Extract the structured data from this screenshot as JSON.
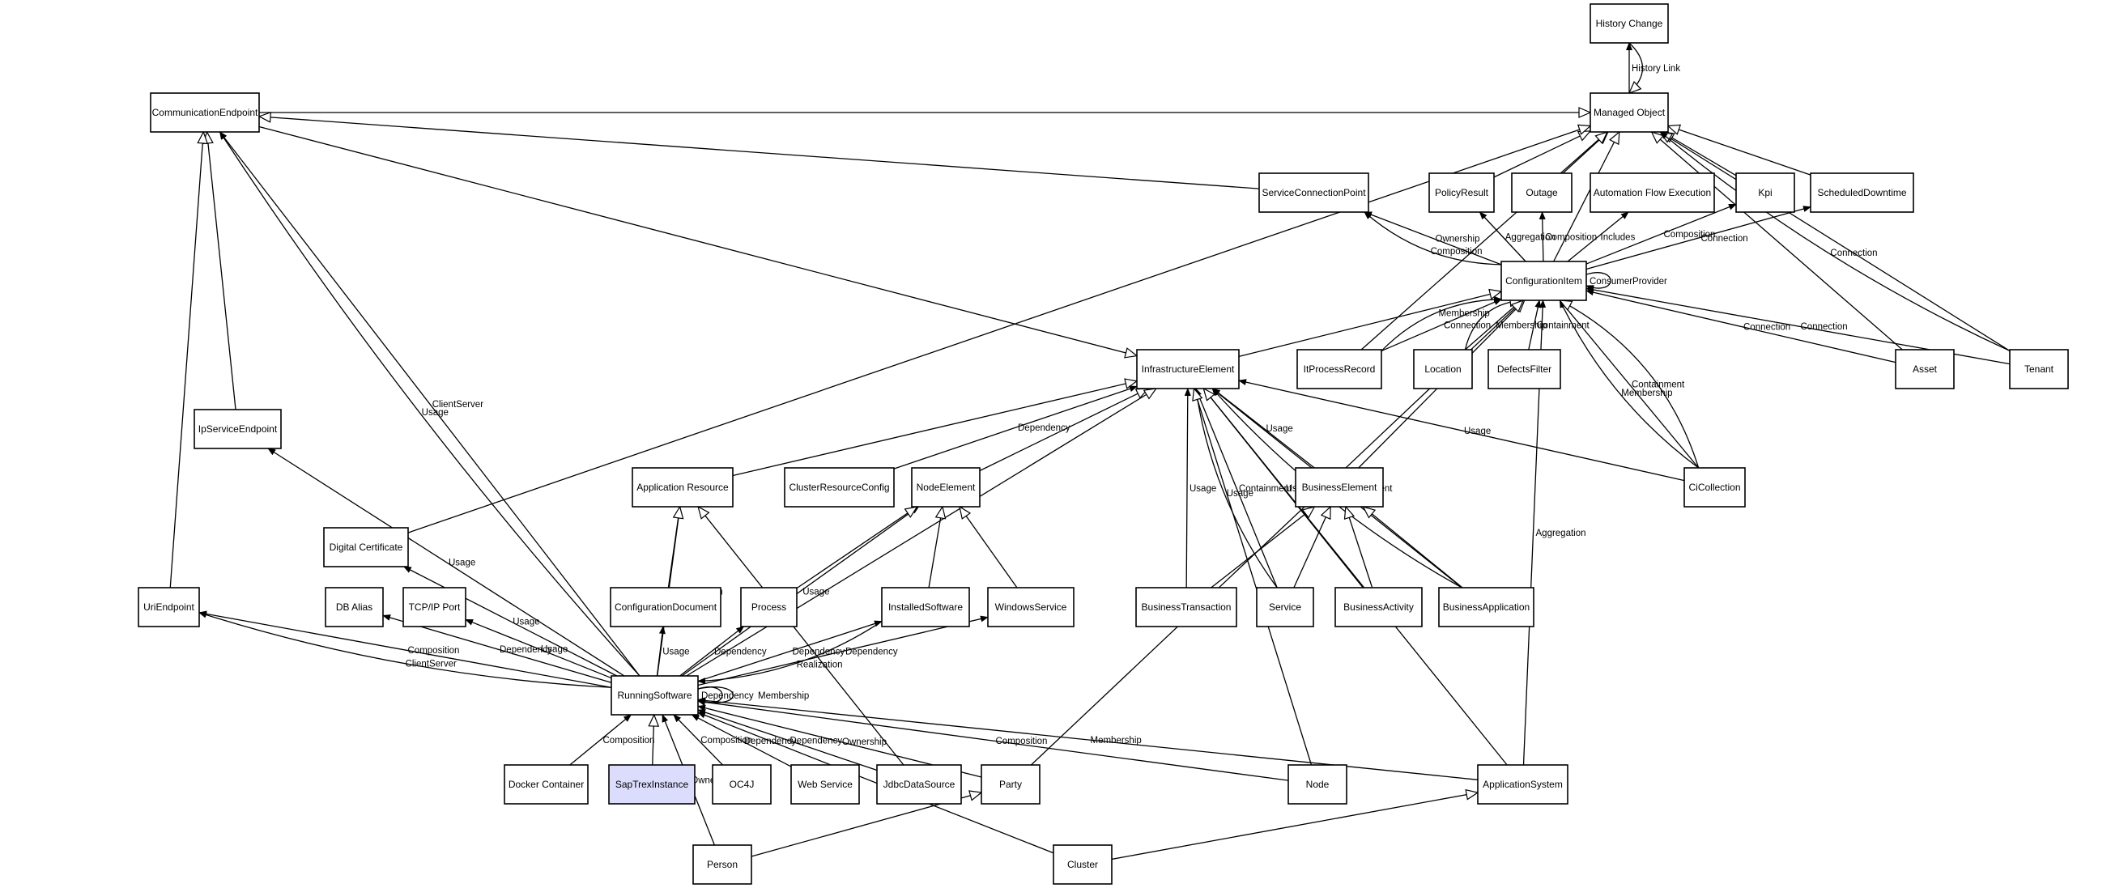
{
  "diagram": {
    "title": "SapTrexInstance class relationship diagram",
    "highlight_color": "#dcdcfc",
    "nodes": [
      {
        "id": "HistoryChange",
        "label": "History Change"
      },
      {
        "id": "ManagedObject",
        "label": "Managed Object"
      },
      {
        "id": "CommunicationEndpoint",
        "label": "CommunicationEndpoint"
      },
      {
        "id": "ServiceConnectionPoint",
        "label": "ServiceConnectionPoint"
      },
      {
        "id": "PolicyResult",
        "label": "PolicyResult"
      },
      {
        "id": "Outage",
        "label": "Outage"
      },
      {
        "id": "AutomationFlowExecution",
        "label": "Automation Flow Execution"
      },
      {
        "id": "Kpi",
        "label": "Kpi"
      },
      {
        "id": "ScheduledDowntime",
        "label": "ScheduledDowntime"
      },
      {
        "id": "ConfigurationItem",
        "label": "ConfigurationItem"
      },
      {
        "id": "InfrastructureElement",
        "label": "InfrastructureElement"
      },
      {
        "id": "ItProcessRecord",
        "label": "ItProcessRecord"
      },
      {
        "id": "Location",
        "label": "Location"
      },
      {
        "id": "DefectsFilter",
        "label": "DefectsFilter"
      },
      {
        "id": "Asset",
        "label": "Asset"
      },
      {
        "id": "Tenant",
        "label": "Tenant"
      },
      {
        "id": "IpServiceEndpoint",
        "label": "IpServiceEndpoint"
      },
      {
        "id": "ApplicationResource",
        "label": "Application Resource"
      },
      {
        "id": "ClusterResourceConfig",
        "label": "ClusterResourceConfig"
      },
      {
        "id": "NodeElement",
        "label": "NodeElement"
      },
      {
        "id": "BusinessElement",
        "label": "BusinessElement"
      },
      {
        "id": "CiCollection",
        "label": "CiCollection"
      },
      {
        "id": "DigitalCertificate",
        "label": "Digital Certificate"
      },
      {
        "id": "UriEndpoint",
        "label": "UriEndpoint"
      },
      {
        "id": "DBAlias",
        "label": "DB Alias"
      },
      {
        "id": "TCPIPPort",
        "label": "TCP/IP Port"
      },
      {
        "id": "ConfigurationDocument",
        "label": "ConfigurationDocument"
      },
      {
        "id": "Process",
        "label": "Process"
      },
      {
        "id": "InstalledSoftware",
        "label": "InstalledSoftware"
      },
      {
        "id": "WindowsService",
        "label": "WindowsService"
      },
      {
        "id": "BusinessTransaction",
        "label": "BusinessTransaction"
      },
      {
        "id": "Service",
        "label": "Service"
      },
      {
        "id": "BusinessActivity",
        "label": "BusinessActivity"
      },
      {
        "id": "BusinessApplication",
        "label": "BusinessApplication"
      },
      {
        "id": "RunningSoftware",
        "label": "RunningSoftware"
      },
      {
        "id": "DockerContainer",
        "label": "Docker Container"
      },
      {
        "id": "SapTrexInstance",
        "label": "SapTrexInstance",
        "highlighted": true
      },
      {
        "id": "OC4J",
        "label": "OC4J"
      },
      {
        "id": "WebService",
        "label": "Web Service"
      },
      {
        "id": "JdbcDataSource",
        "label": "JdbcDataSource"
      },
      {
        "id": "Party",
        "label": "Party"
      },
      {
        "id": "Node",
        "label": "Node"
      },
      {
        "id": "ApplicationSystem",
        "label": "ApplicationSystem"
      },
      {
        "id": "Person",
        "label": "Person"
      },
      {
        "id": "Cluster",
        "label": "Cluster"
      }
    ],
    "edges": [
      {
        "from": "ManagedObject",
        "to": "HistoryChange",
        "label": "History Link",
        "type": "association"
      },
      {
        "from": "HistoryChange",
        "to": "ManagedObject",
        "label": "",
        "type": "generalization"
      },
      {
        "from": "CommunicationEndpoint",
        "to": "ManagedObject",
        "label": "",
        "type": "generalization"
      },
      {
        "from": "ServiceConnectionPoint",
        "to": "CommunicationEndpoint",
        "label": "",
        "type": "generalization"
      },
      {
        "from": "PolicyResult",
        "to": "ManagedObject",
        "label": "",
        "type": "generalization"
      },
      {
        "from": "Outage",
        "to": "ManagedObject",
        "label": "",
        "type": "generalization"
      },
      {
        "from": "Kpi",
        "to": "ManagedObject",
        "label": "",
        "type": "generalization"
      },
      {
        "from": "ScheduledDowntime",
        "to": "ManagedObject",
        "label": "",
        "type": "generalization"
      },
      {
        "from": "ConfigurationItem",
        "to": "ManagedObject",
        "label": "",
        "type": "generalization"
      },
      {
        "from": "ItProcessRecord",
        "to": "ManagedObject",
        "label": "",
        "type": "generalization"
      },
      {
        "from": "DigitalCertificate",
        "to": "ManagedObject",
        "label": "",
        "type": "generalization"
      },
      {
        "from": "Asset",
        "to": "ManagedObject",
        "label": "",
        "type": "generalization"
      },
      {
        "from": "Tenant",
        "to": "ManagedObject",
        "label": "",
        "type": "generalization"
      },
      {
        "from": "Tenant",
        "to": "ManagedObject",
        "label": "Connection",
        "type": "association"
      },
      {
        "from": "ConfigurationItem",
        "to": "ServiceConnectionPoint",
        "label": "Ownership",
        "type": "association"
      },
      {
        "from": "ConfigurationItem",
        "to": "ServiceConnectionPoint",
        "label": "Composition",
        "type": "association"
      },
      {
        "from": "ConfigurationItem",
        "to": "PolicyResult",
        "label": "Aggregation",
        "type": "association"
      },
      {
        "from": "ConfigurationItem",
        "to": "Outage",
        "label": "Composition",
        "type": "association"
      },
      {
        "from": "ConfigurationItem",
        "to": "AutomationFlowExecution",
        "label": "Includes",
        "type": "association"
      },
      {
        "from": "ConfigurationItem",
        "to": "Kpi",
        "label": "Composition",
        "type": "association"
      },
      {
        "from": "ConfigurationItem",
        "to": "ScheduledDowntime",
        "label": "Connection",
        "type": "association"
      },
      {
        "from": "ConfigurationItem",
        "to": "ConfigurationItem",
        "label": "ConsumerProvider",
        "type": "association"
      },
      {
        "from": "InfrastructureElement",
        "to": "ConfigurationItem",
        "label": "",
        "type": "generalization"
      },
      {
        "from": "ItProcessRecord",
        "to": "ConfigurationItem",
        "label": "Connection",
        "type": "association"
      },
      {
        "from": "ItProcessRecord",
        "to": "ConfigurationItem",
        "label": "Membership",
        "type": "association"
      },
      {
        "from": "Location",
        "to": "ConfigurationItem",
        "label": "Membership",
        "type": "association"
      },
      {
        "from": "Location",
        "to": "ConfigurationItem",
        "label": "",
        "type": "generalization"
      },
      {
        "from": "DefectsFilter",
        "to": "ConfigurationItem",
        "label": "Containment",
        "type": "association"
      },
      {
        "from": "BusinessElement",
        "to": "ConfigurationItem",
        "label": "",
        "type": "generalization"
      },
      {
        "from": "CiCollection",
        "to": "ConfigurationItem",
        "label": "Containment",
        "type": "association"
      },
      {
        "from": "CiCollection",
        "to": "ConfigurationItem",
        "label": "Membership",
        "type": "association"
      },
      {
        "from": "CiCollection",
        "to": "ConfigurationItem",
        "label": "",
        "type": "generalization"
      },
      {
        "from": "Asset",
        "to": "ConfigurationItem",
        "label": "Connection",
        "type": "association"
      },
      {
        "from": "Tenant",
        "to": "ConfigurationItem",
        "label": "Connection",
        "type": "association"
      },
      {
        "from": "ApplicationSystem",
        "to": "ConfigurationItem",
        "label": "Aggregation",
        "type": "association"
      },
      {
        "from": "Party",
        "to": "ConfigurationItem",
        "label": "",
        "type": "generalization"
      },
      {
        "from": "CommunicationEndpoint",
        "to": "InfrastructureElement",
        "label": "",
        "type": "generalization"
      },
      {
        "from": "ApplicationResource",
        "to": "InfrastructureElement",
        "label": "",
        "type": "generalization"
      },
      {
        "from": "ClusterResourceConfig",
        "to": "InfrastructureElement",
        "label": "Dependency",
        "type": "association"
      },
      {
        "from": "NodeElement",
        "to": "InfrastructureElement",
        "label": "",
        "type": "generalization"
      },
      {
        "from": "RunningSoftware",
        "to": "InfrastructureElement",
        "label": "",
        "type": "generalization"
      },
      {
        "from": "BusinessElement",
        "to": "InfrastructureElement",
        "label": "Usage",
        "type": "association"
      },
      {
        "from": "BusinessTransaction",
        "to": "InfrastructureElement",
        "label": "Usage",
        "type": "association"
      },
      {
        "from": "Service",
        "to": "InfrastructureElement",
        "label": "Containment",
        "type": "association"
      },
      {
        "from": "Service",
        "to": "InfrastructureElement",
        "label": "Usage",
        "type": "association"
      },
      {
        "from": "BusinessActivity",
        "to": "InfrastructureElement",
        "label": "Usage",
        "type": "association"
      },
      {
        "from": "BusinessApplication",
        "to": "InfrastructureElement",
        "label": "Containment",
        "type": "association"
      },
      {
        "from": "BusinessApplication",
        "to": "InfrastructureElement",
        "label": "Usage",
        "type": "association"
      },
      {
        "from": "CiCollection",
        "to": "InfrastructureElement",
        "label": "Usage",
        "type": "association"
      },
      {
        "from": "Node",
        "to": "InfrastructureElement",
        "label": "",
        "type": "generalization"
      },
      {
        "from": "ApplicationSystem",
        "to": "InfrastructureElement",
        "label": "",
        "type": "generalization"
      },
      {
        "from": "IpServiceEndpoint",
        "to": "CommunicationEndpoint",
        "label": "",
        "type": "generalization"
      },
      {
        "from": "UriEndpoint",
        "to": "CommunicationEndpoint",
        "label": "",
        "type": "generalization"
      },
      {
        "from": "RunningSoftware",
        "to": "CommunicationEndpoint",
        "label": "ClientServer",
        "type": "association"
      },
      {
        "from": "RunningSoftware",
        "to": "CommunicationEndpoint",
        "label": "Usage",
        "type": "association"
      },
      {
        "from": "RunningSoftware",
        "to": "IpServiceEndpoint",
        "label": "Usage",
        "type": "association"
      },
      {
        "from": "RunningSoftware",
        "to": "UriEndpoint",
        "label": "Composition",
        "type": "association"
      },
      {
        "from": "RunningSoftware",
        "to": "UriEndpoint",
        "label": "ClientServer",
        "type": "association"
      },
      {
        "from": "RunningSoftware",
        "to": "DigitalCertificate",
        "label": "Usage",
        "type": "association"
      },
      {
        "from": "RunningSoftware",
        "to": "DBAlias",
        "label": "Dependency",
        "type": "association"
      },
      {
        "from": "RunningSoftware",
        "to": "TCPIPPort",
        "label": "Usage",
        "type": "association"
      },
      {
        "from": "RunningSoftware",
        "to": "ApplicationResource",
        "label": "Composition",
        "type": "association"
      },
      {
        "from": "RunningSoftware",
        "to": "ConfigurationDocument",
        "label": "Usage",
        "type": "association"
      },
      {
        "from": "RunningSoftware",
        "to": "Process",
        "label": "Dependency",
        "type": "association"
      },
      {
        "from": "RunningSoftware",
        "to": "NodeElement",
        "label": "Usage",
        "type": "association"
      },
      {
        "from": "RunningSoftware",
        "to": "InstalledSoftware",
        "label": "Dependency",
        "type": "association"
      },
      {
        "from": "InstalledSoftware",
        "to": "RunningSoftware",
        "label": "Realization",
        "type": "association"
      },
      {
        "from": "RunningSoftware",
        "to": "WindowsService",
        "label": "Dependency",
        "type": "association"
      },
      {
        "from": "RunningSoftware",
        "to": "RunningSoftware",
        "label": "Dependency",
        "type": "association"
      },
      {
        "from": "RunningSoftware",
        "to": "RunningSoftware",
        "label": "Membership",
        "type": "association"
      },
      {
        "from": "ConfigurationDocument",
        "to": "ApplicationResource",
        "label": "",
        "type": "generalization"
      },
      {
        "from": "JdbcDataSource",
        "to": "ApplicationResource",
        "label": "",
        "type": "generalization"
      },
      {
        "from": "Process",
        "to": "NodeElement",
        "label": "",
        "type": "generalization"
      },
      {
        "from": "InstalledSoftware",
        "to": "NodeElement",
        "label": "",
        "type": "generalization"
      },
      {
        "from": "WindowsService",
        "to": "NodeElement",
        "label": "",
        "type": "generalization"
      },
      {
        "from": "BusinessTransaction",
        "to": "BusinessElement",
        "label": "",
        "type": "generalization"
      },
      {
        "from": "Service",
        "to": "BusinessElement",
        "label": "",
        "type": "generalization"
      },
      {
        "from": "BusinessActivity",
        "to": "BusinessElement",
        "label": "",
        "type": "generalization"
      },
      {
        "from": "BusinessApplication",
        "to": "BusinessElement",
        "label": "",
        "type": "generalization"
      },
      {
        "from": "DockerContainer",
        "to": "RunningSoftware",
        "label": "Composition",
        "type": "association"
      },
      {
        "from": "SapTrexInstance",
        "to": "RunningSoftware",
        "label": "",
        "type": "generalization"
      },
      {
        "from": "OC4J",
        "to": "RunningSoftware",
        "label": "Composition",
        "type": "association"
      },
      {
        "from": "WebService",
        "to": "RunningSoftware",
        "label": "Dependency",
        "type": "association"
      },
      {
        "from": "JdbcDataSource",
        "to": "RunningSoftware",
        "label": "Dependency",
        "type": "association"
      },
      {
        "from": "Party",
        "to": "RunningSoftware",
        "label": "Ownership",
        "type": "association"
      },
      {
        "from": "Cluster",
        "to": "RunningSoftware",
        "label": "Membership",
        "type": "association"
      },
      {
        "from": "Node",
        "to": "RunningSoftware",
        "label": "Composition",
        "type": "association"
      },
      {
        "from": "ApplicationSystem",
        "to": "RunningSoftware",
        "label": "Membership",
        "type": "association"
      },
      {
        "from": "Person",
        "to": "RunningSoftware",
        "label": "Ownership",
        "type": "association"
      },
      {
        "from": "Person",
        "to": "Party",
        "label": "",
        "type": "generalization"
      },
      {
        "from": "Cluster",
        "to": "ApplicationSystem",
        "label": "",
        "type": "generalization"
      }
    ]
  }
}
